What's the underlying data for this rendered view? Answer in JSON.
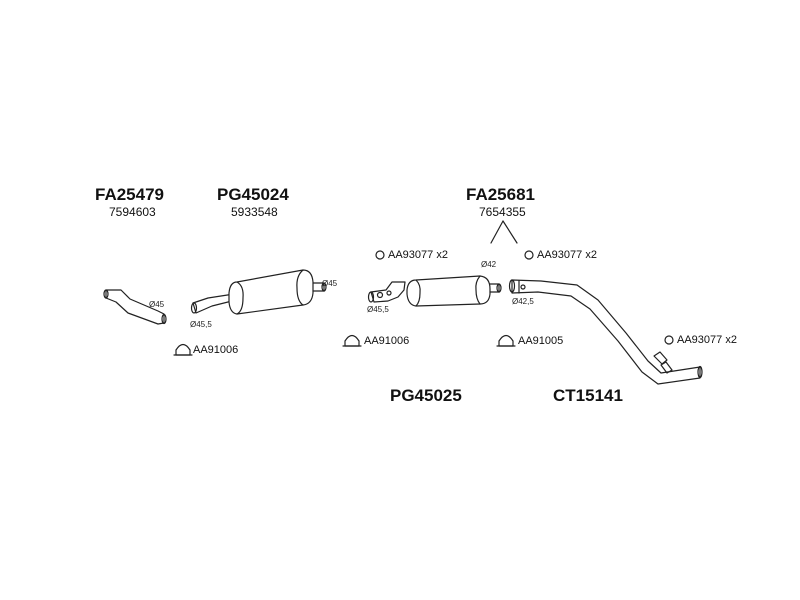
{
  "parts": {
    "fa25479": {
      "code": "FA25479",
      "oem": "7594603",
      "diameter": "Ø45"
    },
    "pg45024": {
      "code": "PG45024",
      "oem": "5933548",
      "diameter_left": "Ø45,5",
      "diameter_right": "Ø45"
    },
    "fa25681": {
      "code": "FA25681",
      "oem": "7654355"
    },
    "pg45025": {
      "code": "PG45025",
      "diameter_top": "Ø42",
      "diameter_bottom": "Ø45,5"
    },
    "ct15141": {
      "code": "CT15141",
      "diameter": "Ø42,5"
    }
  },
  "accessories": {
    "ring_1": "AA93077 x2",
    "ring_2": "AA93077 x2",
    "ring_3": "AA93077 x2",
    "clamp_1": "AA91006",
    "clamp_2": "AA91006",
    "clamp_3": "AA91005"
  }
}
